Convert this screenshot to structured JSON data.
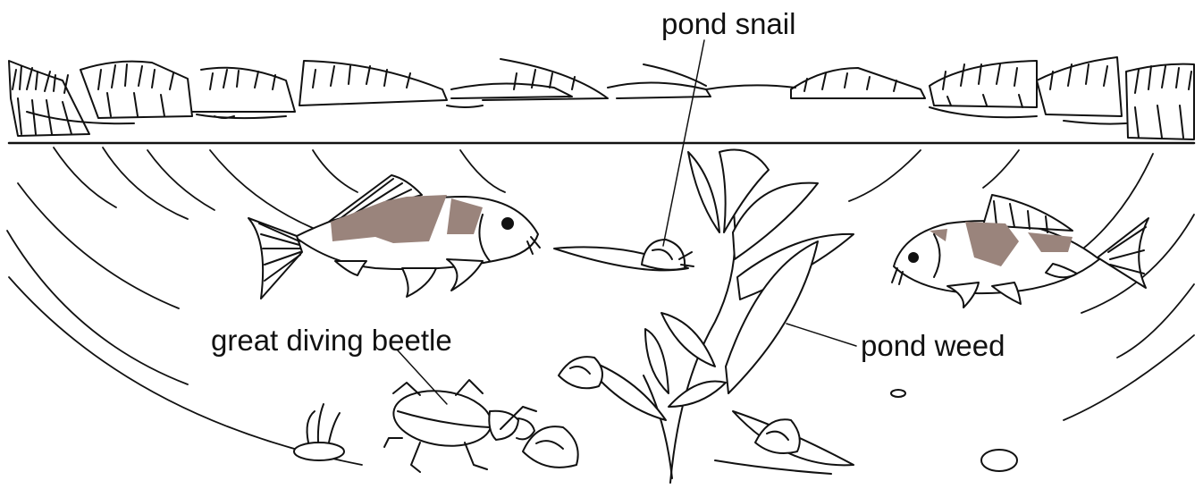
{
  "labels": {
    "pond_snail": "pond snail",
    "great_diving_beetle": "great diving beetle",
    "pond_weed": "pond weed"
  },
  "colors": {
    "ink": "#111111",
    "fish_patch": "#9a847c",
    "background": "#ffffff"
  }
}
